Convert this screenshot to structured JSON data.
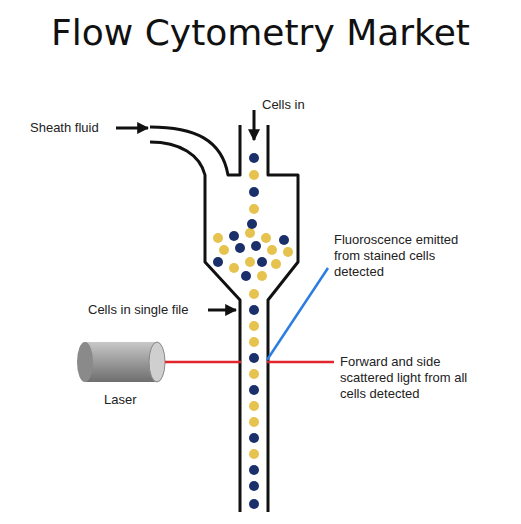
{
  "diagram": {
    "title": "Flow Cytometry Market",
    "labels": [
      "Sheath fluid",
      "Cells in",
      "Fluoroscence emitted from stained cells detected",
      "Cells in single file",
      "Forward and side scattered light from all cells detected",
      "Laser"
    ]
  }
}
